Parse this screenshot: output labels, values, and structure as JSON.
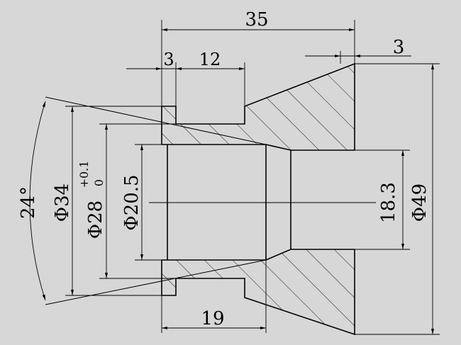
{
  "drawing": {
    "background": "#d7d7d7",
    "line_color": "#000000",
    "dimensions": {
      "overall_length": "35",
      "shoulder_left": "3",
      "groove_width": "12",
      "right_step": "3",
      "bore_length": "19",
      "taper_angle": "24°",
      "diameter_34": "Φ34",
      "diameter_28": "Φ28",
      "tol_upper": "+0.1",
      "tol_lower": "0",
      "diameter_20_5": "Φ20.5",
      "diameter_18_3": "18.3",
      "diameter_49": "Φ49"
    }
  }
}
